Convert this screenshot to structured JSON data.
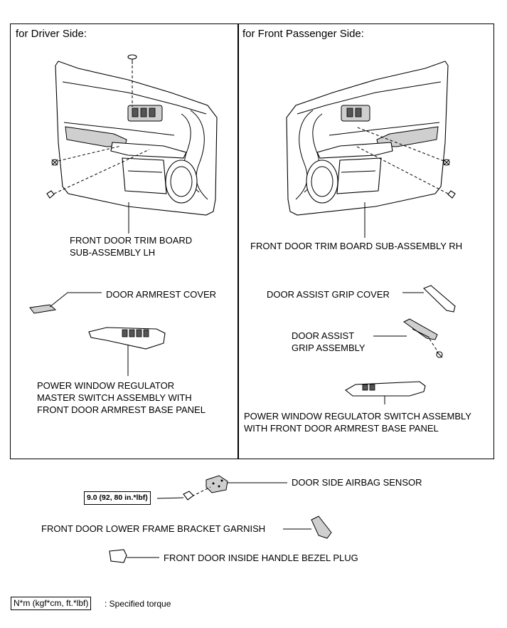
{
  "driver_panel": {
    "title": "for Driver Side:",
    "trim_board_line1": "FRONT DOOR TRIM BOARD",
    "trim_board_line2": "SUB-ASSEMBLY LH",
    "armrest_cover": "DOOR ARMREST COVER",
    "master_switch_line1": "POWER WINDOW REGULATOR",
    "master_switch_line2": "MASTER SWITCH ASSEMBLY WITH",
    "master_switch_line3": "FRONT DOOR ARMREST BASE PANEL"
  },
  "passenger_panel": {
    "title": "for Front Passenger Side:",
    "trim_board": "FRONT DOOR TRIM BOARD SUB-ASSEMBLY RH",
    "grip_cover": "DOOR ASSIST GRIP COVER",
    "grip_assembly_line1": "DOOR ASSIST",
    "grip_assembly_line2": "GRIP ASSEMBLY",
    "switch_line1": "POWER WINDOW REGULATOR SWITCH ASSEMBLY",
    "switch_line2": "WITH FRONT DOOR ARMREST BASE PANEL"
  },
  "bottom": {
    "torque_value": "9.0 (92, 80 in.*lbf)",
    "airbag_sensor": "DOOR SIDE AIRBAG SENSOR",
    "bracket_garnish": "FRONT DOOR LOWER FRAME BRACKET GARNISH",
    "bezel_plug": "FRONT DOOR INSIDE HANDLE BEZEL PLUG"
  },
  "legend": {
    "unit_box": "N*m (kgf*cm, ft.*lbf)",
    "description": ": Specified torque"
  }
}
